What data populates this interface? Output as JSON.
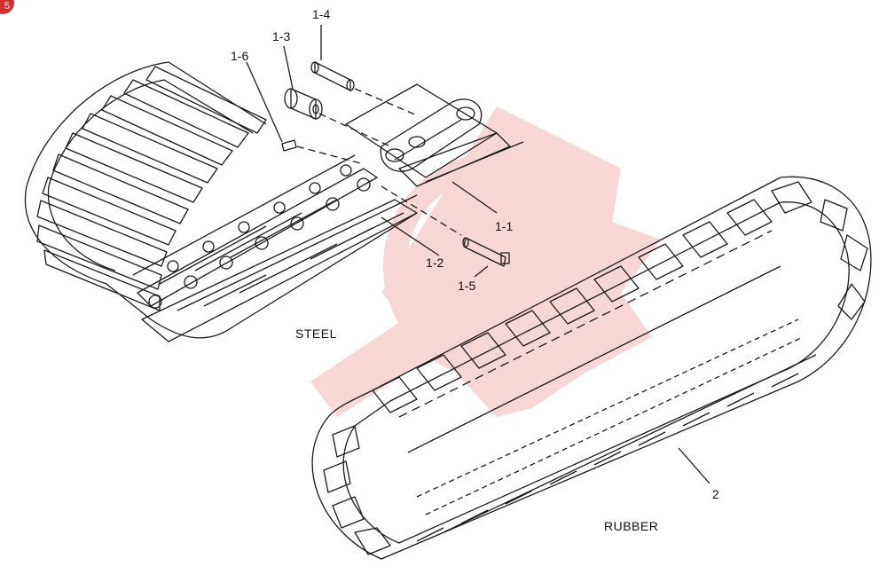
{
  "badge": {
    "text": "5",
    "color": "#d32f2f"
  },
  "callouts": {
    "c1_1": "1-1",
    "c1_2": "1-2",
    "c1_3": "1-3",
    "c1_4": "1-4",
    "c1_5": "1-5",
    "c1_6": "1-6",
    "c2": "2"
  },
  "captions": {
    "steel": "STEEL",
    "rubber": "RUBBER"
  },
  "colors": {
    "line": "#1a1a1a",
    "watermark": "#f2b3b3"
  }
}
